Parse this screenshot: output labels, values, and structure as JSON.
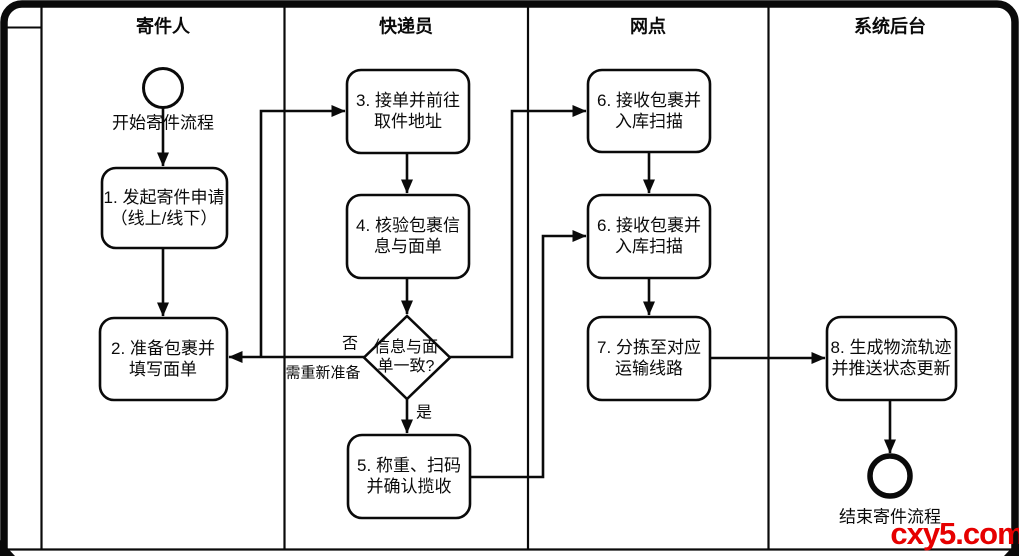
{
  "colors": {
    "stroke": "#0a0a0a",
    "background": "#ffffff",
    "watermark_red": "#e60000"
  },
  "lanes": [
    {
      "title": "寄件人"
    },
    {
      "title": "快递员"
    },
    {
      "title": "网点"
    },
    {
      "title": "系统后台"
    }
  ],
  "nodes": {
    "start_label": "开始寄件流程",
    "end_label": "结束寄件流程",
    "box1": {
      "line1": "1. 发起寄件申请",
      "line2": "（线上/线下）"
    },
    "box2": {
      "line1": "2. 准备包裹并",
      "line2": "填写面单"
    },
    "box3": {
      "line1": "3. 接单并前往",
      "line2": "取件地址"
    },
    "box4": {
      "line1": "4. 核验包裹信",
      "line2": "息与面单"
    },
    "decision": {
      "line1": "信息与面",
      "line2": "单一致?"
    },
    "box5": {
      "line1": "5. 称重、扫码",
      "line2": "并确认揽收"
    },
    "box6a": {
      "line1": "6. 接收包裹并",
      "line2": "入库扫描"
    },
    "box6b": {
      "line1": "6. 接收包裹并",
      "line2": "入库扫描"
    },
    "box7": {
      "line1": "7. 分拣至对应",
      "line2": "运输线路"
    },
    "box8": {
      "line1": "8. 生成物流轨迹",
      "line2": "并推送状态更新"
    }
  },
  "edge_labels": {
    "yes": "是",
    "no": "否",
    "no_note": "需重新准备"
  },
  "watermark": {
    "text": "cxy5.com"
  }
}
